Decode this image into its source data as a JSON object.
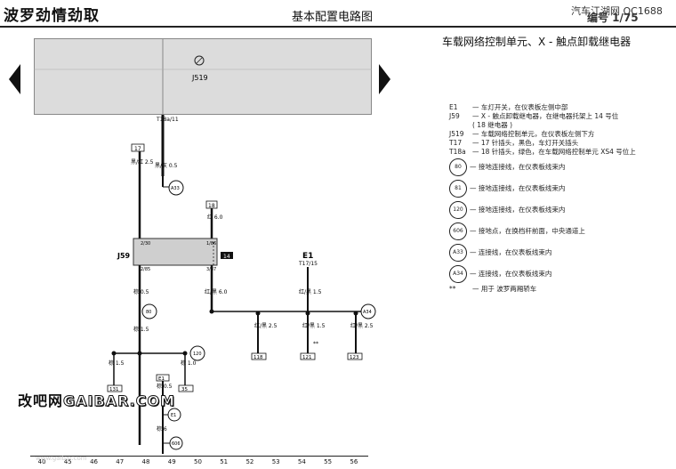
{
  "header": {
    "title": "波罗劲情劲取",
    "center": "基本配置电路图",
    "watermark_top": "汽车江湖网 QC1688",
    "page": "编号 1/75"
  },
  "subtitle": "车载网络控制单元、X - 触点卸载继电器",
  "unit": {
    "label": "J519",
    "pin": "T18a/11"
  },
  "connectors": {
    "t17_top": "17",
    "t17_top_wire": "黑/红\n2.5",
    "tag_a33": "A33",
    "wire_a33": "黑/灰\n0.5",
    "t18_connector": "18",
    "wire_t18": "红\n6.0",
    "j59_label": "J59",
    "j59_pins": [
      "2/30",
      "1/86",
      "2/85",
      "3/87"
    ],
    "j59_tag": "14",
    "wire_j59_87": "红/黑\n6.0",
    "wire_j59_85": "棕\n0.5",
    "tag_80": "80",
    "wire_80_below": "棕\n1.5",
    "e1_label": "E1",
    "e1_pin": "T17/15",
    "wire_e1": "红/黑\n1.5",
    "tag_a34": "A34",
    "branch_wires": [
      "红/黑\n2.5",
      "红/黑\n1.5",
      "红/黑\n2.5"
    ],
    "branch_tags": [
      "118",
      "121",
      "123"
    ],
    "branch_star": "**",
    "tag_120": "120",
    "left_low_wire": "棕\n1.5",
    "right_low_wire": "棕\n1.0",
    "left_low_tag": "131",
    "right_low_tag": "35",
    "e1_conn_box": "E1",
    "wire_e1_low": "棕\n0.5",
    "tag_e1_low": "E1",
    "tag_606": "606",
    "wire_606": "棕\n6"
  },
  "legend": {
    "items": [
      {
        "code": "E1",
        "text": "— 车灯开关，在仪表板左侧中部"
      },
      {
        "code": "J59",
        "text": "— X - 触点卸载继电器，在继电器托架上 14 号位"
      },
      {
        "code": "",
        "text": "( 18 继电器 )"
      },
      {
        "code": "J519",
        "text": "— 车载网络控制单元，在仪表板左侧下方"
      },
      {
        "code": "T17",
        "text": "— 17 针插头，黑色，车灯开关插头"
      },
      {
        "code": "T18a",
        "text": "— 18 针插头，绿色，在车载网络控制单元 XS4 号位上"
      }
    ],
    "circles": [
      {
        "code": "80",
        "text": "— 接地连接线，在仪表板线束内"
      },
      {
        "code": "81",
        "text": "— 接地连接线，在仪表板线束内"
      },
      {
        "code": "120",
        "text": "— 接地连接线，在仪表板线束内"
      },
      {
        "code": "606",
        "text": "— 接地点，在换档杆前面，中央通道上"
      },
      {
        "code": "A33",
        "text": "— 连接线，在仪表板线束内"
      },
      {
        "code": "A34",
        "text": "— 连接线，在仪表板线束内"
      }
    ],
    "footnote_code": "**",
    "footnote": "— 用于 波罗两厢轿车"
  },
  "watermark": {
    "part1": "改吧网",
    "part2": "GAIBAR.COM"
  },
  "watermark_bottom": "www.gaibar.com",
  "ruler": [
    "40",
    "45",
    "46",
    "47",
    "48",
    "49",
    "50",
    "51",
    "52",
    "53",
    "54",
    "55",
    "56"
  ]
}
